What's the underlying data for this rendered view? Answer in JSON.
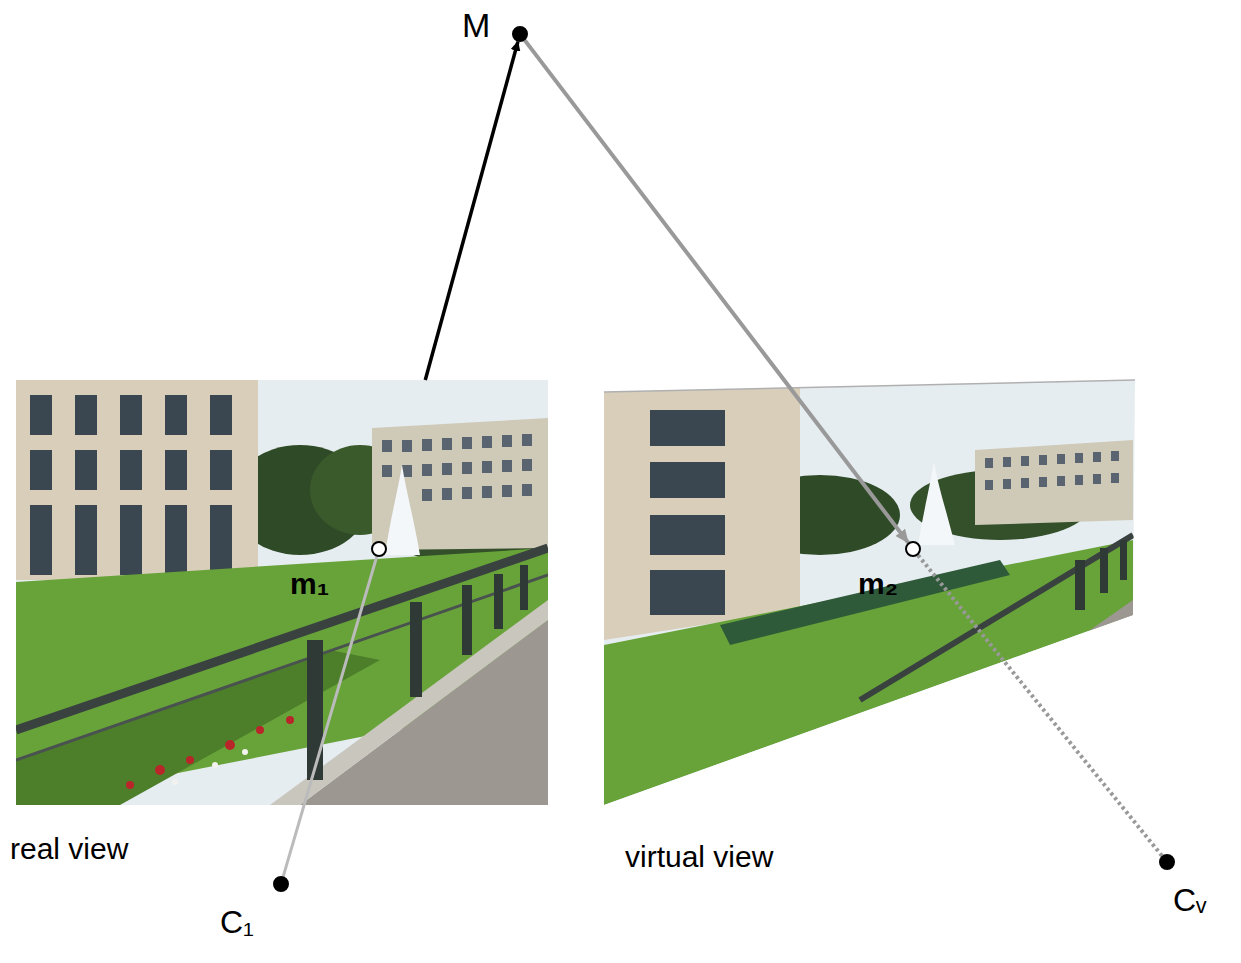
{
  "diagram": {
    "nodes": [
      {
        "text": [
          "M"
        ]
      },
      {
        "text": [
          "m₁"
        ]
      },
      {
        "text": [
          "m₂"
        ]
      },
      {
        "text": [
          "C₁"
        ]
      },
      {
        "text": [
          "Cᵥ"
        ]
      }
    ],
    "edges": [
      {
        "from": 3,
        "to": 1,
        "arrow": "none"
      },
      {
        "from": 1,
        "to": 0,
        "arrow": "to"
      },
      {
        "from": 0,
        "to": 2,
        "arrow": "to"
      },
      {
        "from": 2,
        "to": 4,
        "arrow": "none"
      }
    ],
    "labels": [
      "real view",
      "virtual view"
    ]
  }
}
